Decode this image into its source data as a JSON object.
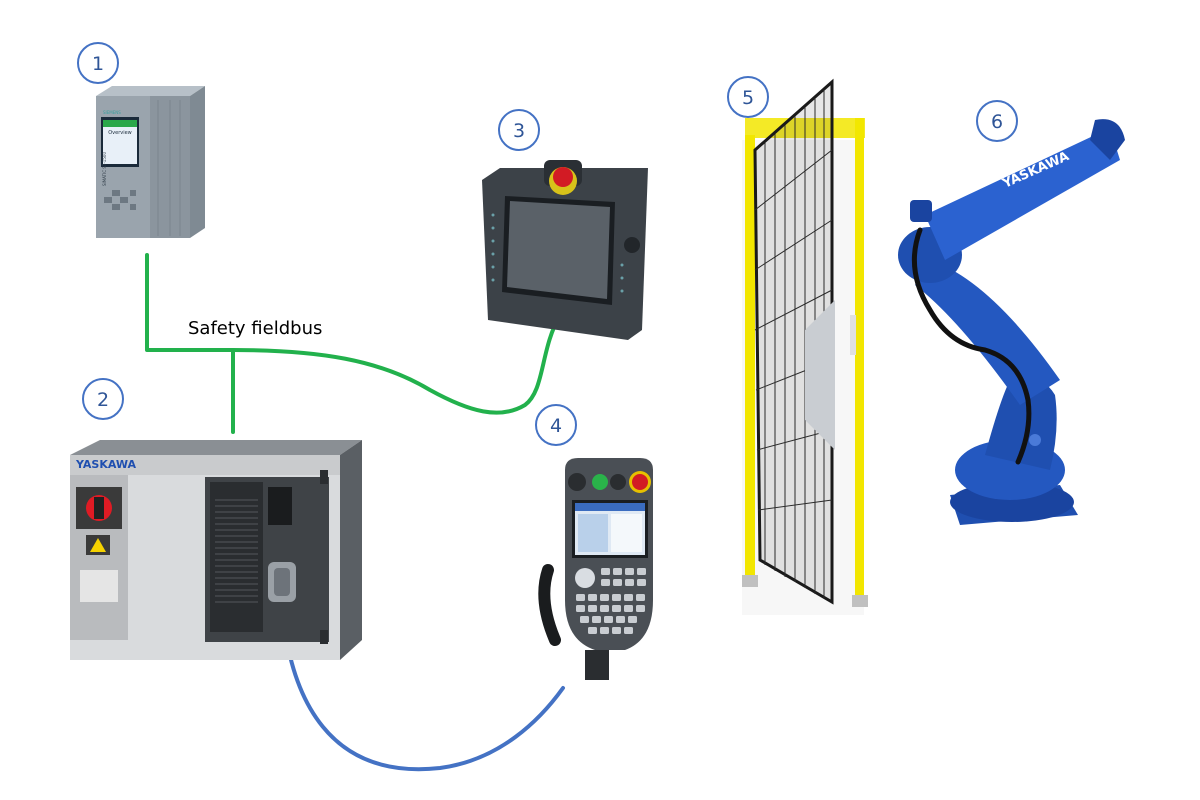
{
  "labels": {
    "bus": "Safety fieldbus"
  },
  "badges": [
    "1",
    "2",
    "3",
    "4",
    "5",
    "6"
  ],
  "devices": {
    "plc": {
      "brand": "SIEMENS",
      "model": "SIMATIC S7-1500",
      "screen_title": "Overview"
    },
    "controller": {
      "brand": "YASKAWA"
    },
    "robot": {
      "brand": "YASKAWA"
    }
  },
  "colors": {
    "badge_stroke": "#4472C4",
    "badge_text": "#2F5597",
    "fieldbus_cable": "#22B14C",
    "pendant_cable": "#4472C4",
    "robot_body": "#1F4FB0",
    "fence_post": "#F2E600"
  }
}
